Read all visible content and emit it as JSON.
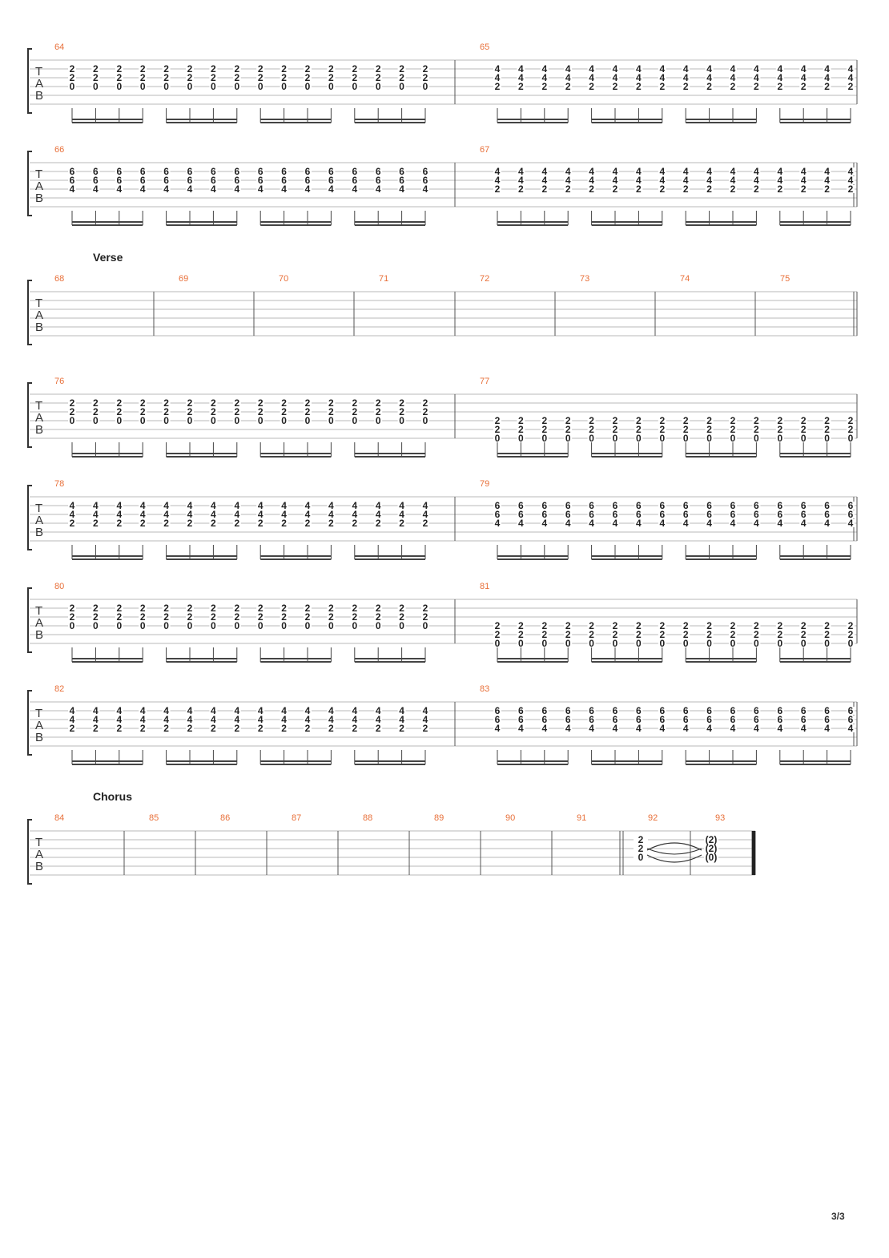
{
  "page_number": "3/3",
  "tuning_letters": [
    "T",
    "A",
    "B"
  ],
  "systems": [
    {
      "section": "",
      "measures": [
        {
          "number": "64",
          "chord": [
            "2",
            "2",
            "0"
          ],
          "beats": 16
        },
        {
          "number": "65",
          "chord": [
            "4",
            "4",
            "2"
          ],
          "beats": 16
        }
      ]
    },
    {
      "section": "",
      "measures": [
        {
          "number": "66",
          "chord": [
            "6",
            "6",
            "4"
          ],
          "beats": 16
        },
        {
          "number": "67",
          "chord": [
            "4",
            "4",
            "2"
          ],
          "beats": 16
        }
      ]
    },
    {
      "section": "Verse",
      "measures": [
        {
          "number": "68"
        },
        {
          "number": "69"
        },
        {
          "number": "70"
        },
        {
          "number": "71"
        },
        {
          "number": "72"
        },
        {
          "number": "73"
        },
        {
          "number": "74"
        },
        {
          "number": "75"
        }
      ]
    },
    {
      "section": "",
      "measures": [
        {
          "number": "76",
          "chord": [
            "2",
            "2",
            "0"
          ],
          "beats": 16
        },
        {
          "number": "77",
          "chord": [
            "2",
            "2",
            "0"
          ],
          "beats": 16,
          "low": true
        }
      ]
    },
    {
      "section": "",
      "measures": [
        {
          "number": "78",
          "chord": [
            "4",
            "4",
            "2"
          ],
          "beats": 16
        },
        {
          "number": "79",
          "chord": [
            "6",
            "6",
            "4"
          ],
          "beats": 16
        }
      ]
    },
    {
      "section": "",
      "measures": [
        {
          "number": "80",
          "chord": [
            "2",
            "2",
            "0"
          ],
          "beats": 16
        },
        {
          "number": "81",
          "chord": [
            "2",
            "2",
            "0"
          ],
          "beats": 16,
          "low": true
        }
      ]
    },
    {
      "section": "",
      "measures": [
        {
          "number": "82",
          "chord": [
            "4",
            "4",
            "2"
          ],
          "beats": 16
        },
        {
          "number": "83",
          "chord": [
            "6",
            "6",
            "4"
          ],
          "beats": 16
        }
      ]
    },
    {
      "section": "Chorus",
      "measures": [
        {
          "number": "84"
        },
        {
          "number": "85"
        },
        {
          "number": "86"
        },
        {
          "number": "87"
        },
        {
          "number": "88"
        },
        {
          "number": "89"
        },
        {
          "number": "90"
        },
        {
          "number": "91"
        },
        {
          "number": "92",
          "chord": [
            "2",
            "2",
            "0"
          ],
          "beats": 1
        },
        {
          "number": "93",
          "chord": [
            "(2)",
            "(2)",
            "(0)"
          ],
          "beats": 1
        }
      ]
    }
  ]
}
